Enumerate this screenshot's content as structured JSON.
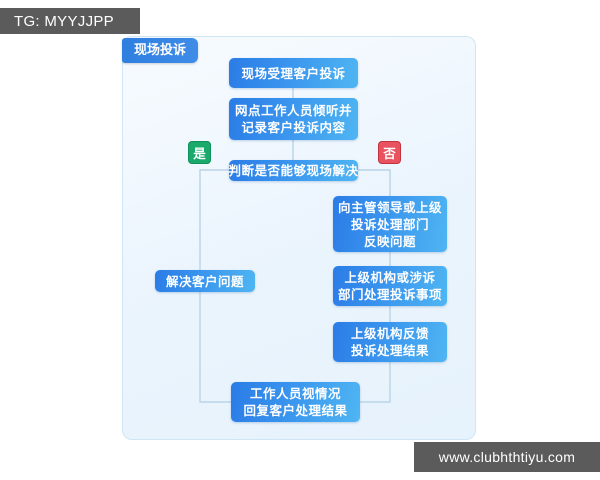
{
  "watermarks": {
    "top_left": "TG: MYYJJPP",
    "bottom_right": "www.clubhthtiyu.com"
  },
  "panel": {
    "tab_label": "现场投诉",
    "background_color": "#eaf4fd",
    "border_color": "#cfe6f5"
  },
  "chart_data": {
    "type": "diagram",
    "title": "现场投诉",
    "node_color": "#3a95ee",
    "yes_color": "#18a96b",
    "no_color": "#e8535f",
    "connector_color": "#b9d4e6",
    "nodes": [
      {
        "id": "n1",
        "lines": [
          "现场受理客户投诉"
        ]
      },
      {
        "id": "n2",
        "lines": [
          "网点工作人员倾听并",
          "记录客户投诉内容"
        ]
      },
      {
        "id": "n3",
        "lines": [
          "判断是否能够现场解决"
        ]
      },
      {
        "id": "n4",
        "lines": [
          "向主管领导或上级",
          "投诉处理部门",
          "反映问题"
        ]
      },
      {
        "id": "n5",
        "lines": [
          "上级机构或涉诉",
          "部门处理投诉事项"
        ]
      },
      {
        "id": "n6",
        "lines": [
          "上级机构反馈",
          "投诉处理结果"
        ]
      },
      {
        "id": "n7",
        "lines": [
          "解决客户问题"
        ]
      },
      {
        "id": "n8",
        "lines": [
          "工作人员视情况",
          "回复客户处理结果"
        ]
      }
    ],
    "branch_labels": {
      "yes": "是",
      "no": "否"
    },
    "edges": [
      {
        "from": "n1",
        "to": "n2",
        "label": ""
      },
      {
        "from": "n2",
        "to": "n3",
        "label": ""
      },
      {
        "from": "n3",
        "to": "n7",
        "label": "是"
      },
      {
        "from": "n3",
        "to": "n4",
        "label": "否"
      },
      {
        "from": "n4",
        "to": "n5",
        "label": ""
      },
      {
        "from": "n5",
        "to": "n6",
        "label": ""
      },
      {
        "from": "n6",
        "to": "n8",
        "label": ""
      },
      {
        "from": "n7",
        "to": "n8",
        "label": ""
      }
    ]
  }
}
